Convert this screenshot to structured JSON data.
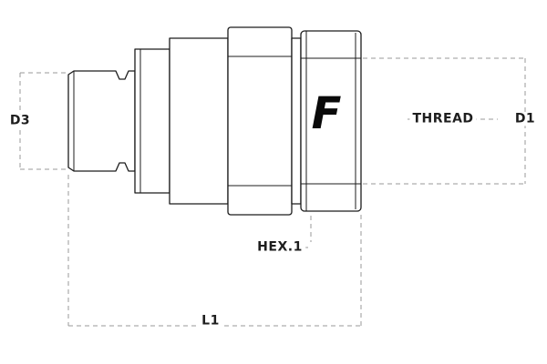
{
  "labels": {
    "d3": "D3",
    "thread": "THREAD",
    "d1": "D1",
    "hex1": "HEX.1",
    "l1": "L1"
  },
  "logo": {
    "letter": "F"
  },
  "colors": {
    "outline": "#1c1c1c",
    "dimension_lines": "#9a9a9a",
    "label_text": "#1e1e1e",
    "background": "#ffffff"
  }
}
